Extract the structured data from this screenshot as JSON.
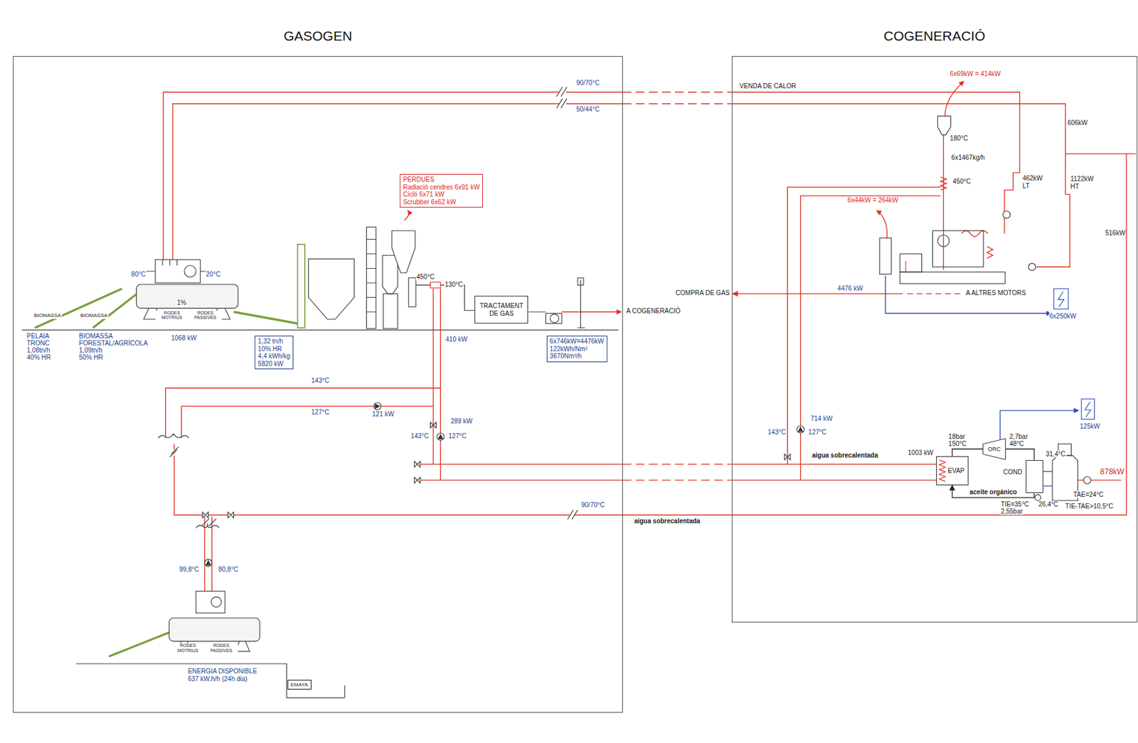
{
  "diagram": {
    "nodes": [
      {
        "text": [
          "GASOGEN"
        ]
      },
      {
        "text": [
          "PÈRDUES",
          "Radiació cendres 6x91 kW",
          "Cicló 6x71 kW",
          "Scrubber 6x62 kW"
        ],
        "in": 0
      },
      {
        "text": [
          "1,32 tn/h",
          "10% HR",
          "4,4 kWh/kg",
          "5820 kW"
        ],
        "in": 0
      },
      {
        "text": [
          "TRACTAMENT DE GAS"
        ],
        "in": 0
      },
      {
        "text": [
          "6x746kW=4476kW",
          "122kWh/Nm³",
          "3670Nm³/h"
        ],
        "in": 0
      },
      {
        "text": [
          "EMAYA"
        ],
        "in": 0
      },
      {
        "text": [
          "COGENERACIÓ"
        ]
      },
      {
        "text": [
          "EVAP"
        ],
        "in": 6
      },
      {
        "text": [
          "ORC"
        ],
        "in": 6
      },
      {
        "text": [
          "COND"
        ],
        "in": 6
      }
    ],
    "edges": [
      {
        "from": 7,
        "to": 8,
        "arrow": "none"
      },
      {
        "from": 8,
        "to": 9,
        "arrow": "none"
      },
      {
        "from": 9,
        "to": 7,
        "arrow": "to",
        "label": "aceite orgánico"
      }
    ],
    "labels": [
      "90/70°C",
      "50/44°C",
      "VENDA DE CALOR",
      "6x69kW = 414kW",
      "606kW",
      "180°C",
      "6x1467kg/h",
      "450°C",
      "462kW",
      "LT",
      "1122kW",
      "HT",
      "6x44kW = 264kW",
      "516kW",
      "80°C",
      "20°C",
      "1%",
      "BIOMASSA",
      "BIOMASSA",
      "RODES MOTRIUS",
      "RODES PASSIVES",
      "PELAIA",
      "TRONC",
      "1,08tn/h",
      "40% HR",
      "BIOMASSA",
      "FORESTAL/AGRÍCOLA",
      "1,09tn/h",
      "50% HR",
      "1068 kW",
      "450°C",
      "130°C",
      "A COGENERACIÓ",
      "410 kW",
      "COMPRA DE GAS",
      "4476 kW",
      "A ALTRES MOTORS",
      "6x250kW",
      "143°C",
      "127°C",
      "121 kW",
      "289 kW",
      "143°C",
      "127°C",
      "714 kW",
      "143°C",
      "127°C",
      "125kW",
      "18bar",
      "150°C",
      "2,7bar",
      "48°C",
      "31,4°C",
      "1003 kW",
      "aigua sobrecalentada",
      "878kW",
      "26,4°C",
      "TIE=35°C",
      "2,55bar",
      "TAE=24°C",
      "TIE-TAE>10,5°C",
      "90/70°C",
      "aigua sobrecalentada",
      "99,8°C",
      "80,8°C",
      "RODES MOTRIUS",
      "RODES PASSIVES",
      "ENERGIA DISPONIBLE",
      "637 kW.h/h (24h dia)"
    ]
  }
}
